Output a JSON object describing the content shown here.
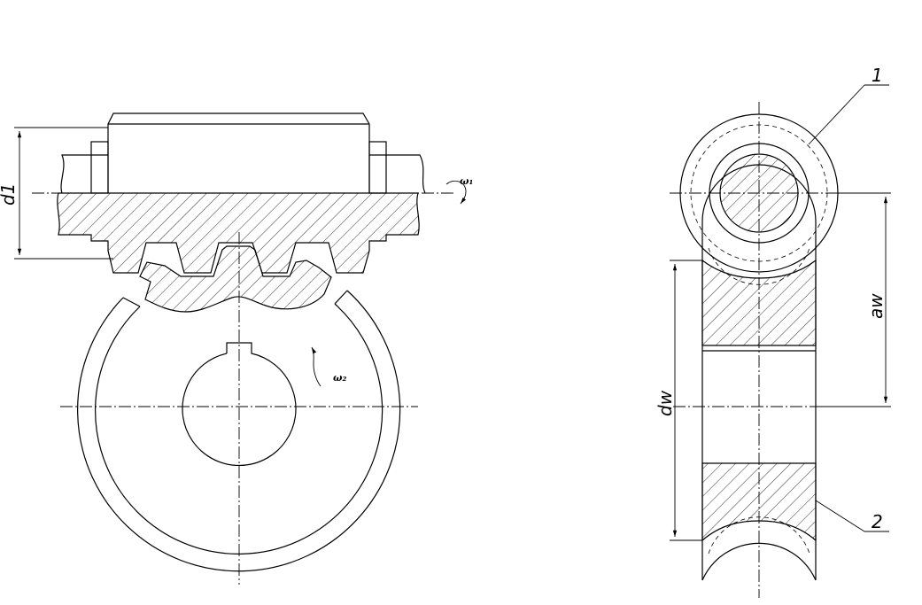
{
  "labels": {
    "d1": "d1",
    "aw": "aw",
    "dw": "dw",
    "omega1": "ω₁",
    "omega2": "ω₂",
    "part1": "1",
    "part2": "2"
  }
}
